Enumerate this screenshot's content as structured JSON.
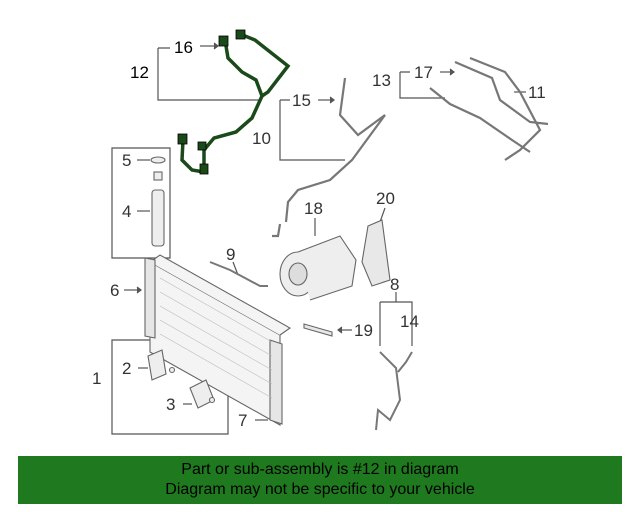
{
  "diagram": {
    "callouts": [
      {
        "id": "c1",
        "label": "1"
      },
      {
        "id": "c2",
        "label": "2"
      },
      {
        "id": "c3",
        "label": "3"
      },
      {
        "id": "c4",
        "label": "4"
      },
      {
        "id": "c5",
        "label": "5"
      },
      {
        "id": "c6",
        "label": "6"
      },
      {
        "id": "c7",
        "label": "7"
      },
      {
        "id": "c8",
        "label": "8"
      },
      {
        "id": "c9",
        "label": "9"
      },
      {
        "id": "c10",
        "label": "10"
      },
      {
        "id": "c11",
        "label": "11"
      },
      {
        "id": "c12",
        "label": "12"
      },
      {
        "id": "c13",
        "label": "13"
      },
      {
        "id": "c14",
        "label": "14"
      },
      {
        "id": "c15",
        "label": "15"
      },
      {
        "id": "c16",
        "label": "16"
      },
      {
        "id": "c17",
        "label": "17"
      },
      {
        "id": "c18",
        "label": "18"
      },
      {
        "id": "c19",
        "label": "19"
      },
      {
        "id": "c20",
        "label": "20"
      }
    ],
    "highlight_color": "#1a4a1a"
  },
  "footer": {
    "line1": "Part or sub-assembly is #12 in diagram",
    "line2": "Diagram may not be specific to your vehicle",
    "background": "#1f7a1f"
  }
}
